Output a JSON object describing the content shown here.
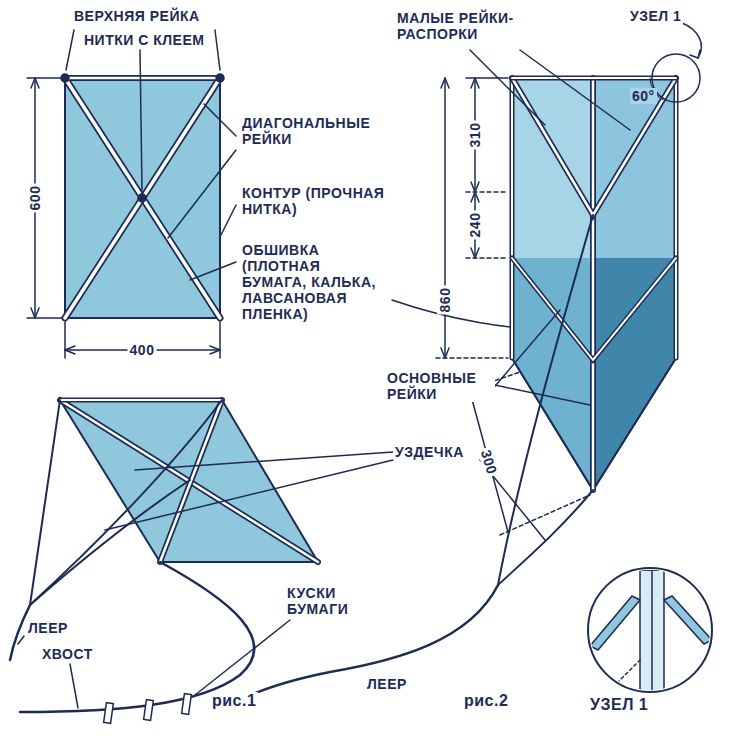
{
  "diagram": {
    "labels": [
      "ВЕРХНЯЯ РЕЙКА",
      "НИТКИ С КЛЕЕМ",
      "ДИАГОНАЛЬНЫЕ РЕЙКИ",
      "КОНТУР (ПРОЧНАЯ НИТКА)",
      "ОБШИВКА (ПЛОТНАЯ БУМАГА, КАЛЬКА, ЛАВСАНОВАЯ ПЛЕНКА)",
      "600",
      "400",
      "МАЛЫЕ РЕЙКИ-РАСПОРКИ",
      "УЗЕЛ 1",
      "60°",
      "310",
      "240",
      "860",
      "ОСНОВНЫЕ РЕЙКИ",
      "300",
      "УЗДЕЧКА",
      "КУСКИ БУМАГИ",
      "ЛЕЕР",
      "ХВОСТ",
      "ЛЕЕР",
      "рис.1",
      "рис.2",
      "УЗЕЛ 1"
    ]
  }
}
